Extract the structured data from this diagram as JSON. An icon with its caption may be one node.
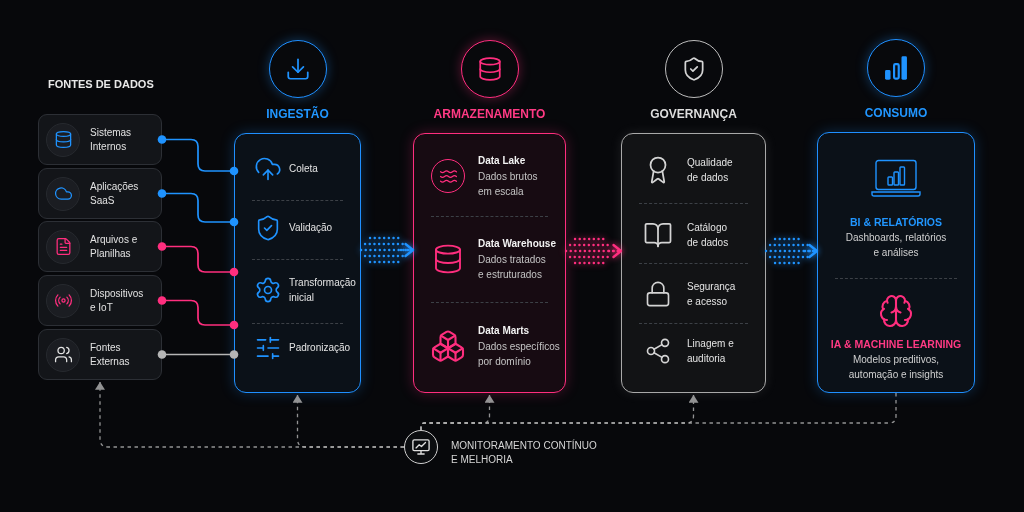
{
  "diagram": {
    "nodes": [
      {
        "text": [
          "Sistemas Internos"
        ]
      },
      {
        "text": [
          "Aplicações SaaS"
        ]
      },
      {
        "text": [
          "Arquivos e Planilhas"
        ]
      },
      {
        "text": [
          "Dispositivos e IoT"
        ]
      },
      {
        "text": [
          "Fontes Externas"
        ]
      },
      {
        "text": [
          "INGESTÃO",
          "Coleta",
          "Validação",
          "Transformação inicial",
          "Padronização"
        ]
      },
      {
        "text": [
          "ARMAZENAMENTO",
          "Data Lake",
          "Dados brutos em escala",
          "Data Warehouse",
          "Dados tratados e estruturados",
          "Data Marts",
          "Dados específicos por domínio"
        ]
      },
      {
        "text": [
          "GOVERNANÇA",
          "Qualidade de dados",
          "Catálogo de dados",
          "Segurança e acesso",
          "Linagem e auditoria"
        ]
      },
      {
        "text": [
          "CONSUMO",
          "BI & RELATÓRIOS",
          "Dashboards, relatórios e análises",
          "IA & MACHINE LEARNING",
          "Modelos preditivos, automação e insights"
        ]
      },
      {
        "text": [],
        "shape": "circle",
        "beside": [
          "MONITORAMENTO CONTÍNUO E MELHORIA"
        ]
      }
    ],
    "edges": [
      {
        "from": 0,
        "to": 5,
        "arrow": "other",
        "color": "#1f93ff"
      },
      {
        "from": 1,
        "to": 5,
        "arrow": "other",
        "color": "#1f93ff"
      },
      {
        "from": 2,
        "to": 5,
        "arrow": "other",
        "color": "#ff2e7e"
      },
      {
        "from": 3,
        "to": 5,
        "arrow": "other",
        "color": "#ff2e7e"
      },
      {
        "from": 4,
        "to": 5,
        "arrow": "other"
      },
      {
        "from": 5,
        "to": 6,
        "arrow": "to",
        "style": "dashed",
        "color": "#1f93ff"
      },
      {
        "from": 6,
        "to": 7,
        "arrow": "to",
        "style": "dashed",
        "color": "#ff2e7e"
      },
      {
        "from": 7,
        "to": 8,
        "arrow": "to",
        "style": "dashed",
        "color": "#1f93ff"
      },
      {
        "from": 9,
        "to": 4,
        "arrow": "to",
        "style": "dashed"
      },
      {
        "from": 9,
        "to": 5,
        "arrow": "to",
        "style": "dashed"
      },
      {
        "from": 9,
        "to": 6,
        "arrow": "to",
        "style": "dashed"
      },
      {
        "from": 9,
        "to": 7,
        "arrow": "to",
        "style": "dashed"
      },
      {
        "from": 9,
        "to": 8,
        "arrow": "none",
        "style": "dashed"
      }
    ],
    "labels": [
      "FONTES DE DADOS"
    ]
  }
}
